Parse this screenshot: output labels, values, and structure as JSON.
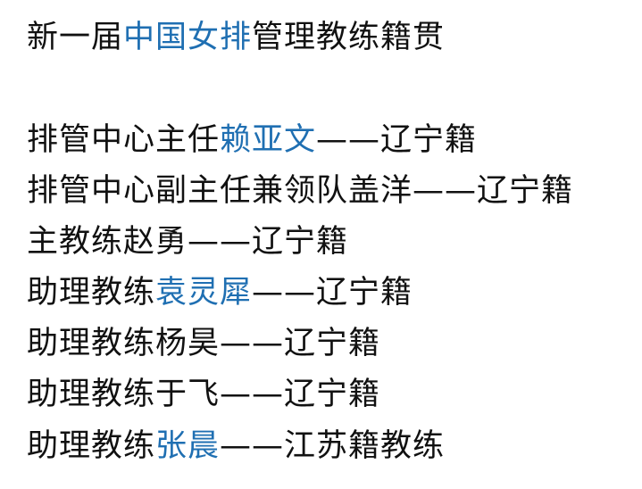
{
  "title": {
    "pre": "新一届",
    "hl": "中国女排",
    "post": "管理教练籍贯"
  },
  "lines": [
    {
      "pre": "排管中心主任",
      "hl": "赖亚文",
      "post": "——辽宁籍"
    },
    {
      "pre": "排管中心副主任兼领队盖洋——辽宁籍",
      "hl": "",
      "post": ""
    },
    {
      "pre": "主教练赵勇——辽宁籍",
      "hl": "",
      "post": ""
    },
    {
      "pre": "助理教练",
      "hl": "袁灵犀",
      "post": "——辽宁籍"
    },
    {
      "pre": "助理教练杨昊——辽宁籍",
      "hl": "",
      "post": ""
    },
    {
      "pre": "助理教练于飞——辽宁籍",
      "hl": "",
      "post": ""
    },
    {
      "pre": "助理教练",
      "hl": "张晨",
      "post": "——江苏籍教练"
    }
  ],
  "colors": {
    "highlight": "#1f6fb2",
    "text": "#111111"
  }
}
